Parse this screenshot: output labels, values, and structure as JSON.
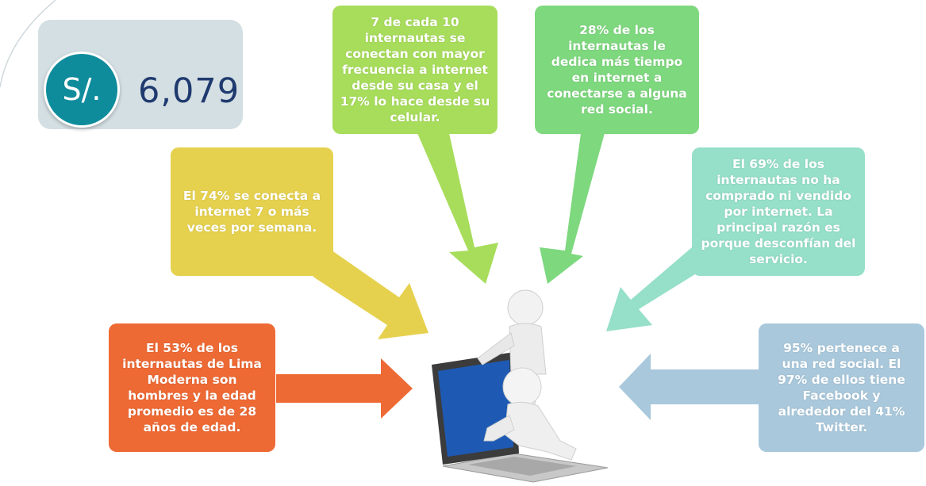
{
  "money": {
    "currency_symbol": "S/.",
    "value": "6,079"
  },
  "stats": {
    "men": "El 53% de los internautas de Lima Moderna son hombres y la edad promedio es de 28 años de edad.",
    "weekly": "El 74% se conecta a internet 7 o más veces por semana.",
    "home": "7 de cada 10 internautas se conectan con mayor frecuencia a internet desde su casa y el 17% lo hace desde su celular.",
    "social_time": "28% de los internautas le dedica más tiempo en internet a conectarse a alguna red social.",
    "shopping": "El 69% de los internautas no ha comprado ni vendido por internet. La principal razón es porque desconfían del servicio.",
    "social_network": "95% pertenece a una red social. El 97% de ellos tiene Facebook y alrededor del 41% Twitter."
  },
  "colors": {
    "orange": "#ee6a35",
    "yellow": "#e6d14f",
    "lime": "#a8dd5c",
    "green": "#7ed87e",
    "mint": "#96dfc8",
    "blue": "#a9c8dc",
    "teal": "#0f8c9c",
    "navy": "#1f3a6e"
  },
  "icons": {
    "figure": "person-with-laptop-illustration"
  }
}
